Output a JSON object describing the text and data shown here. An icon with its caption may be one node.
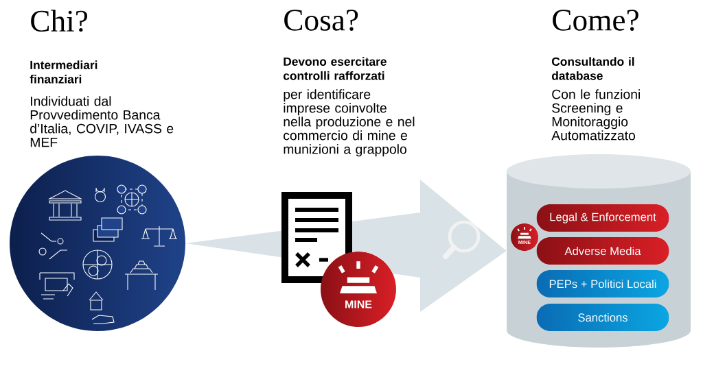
{
  "diagram": {
    "nodes": [
      {
        "text": [],
        "shape": "circle"
      },
      {
        "text": [],
        "shape": "cylinder"
      },
      {
        "text": [
          "Legal & Enforcement"
        ],
        "in": 1
      },
      {
        "text": [
          "Adverse Media"
        ],
        "in": 1
      },
      {
        "text": [
          "PEPs + Politici Locali"
        ],
        "in": 1
      },
      {
        "text": [
          "Sanctions"
        ],
        "in": 1
      },
      {
        "text": [
          "MINE"
        ]
      },
      {
        "text": [
          "MINE"
        ],
        "in": 1
      }
    ],
    "edges": [
      {
        "from": 0,
        "to": 1,
        "arrow": "to",
        "color": "#d9e2e6"
      }
    ],
    "labels": [
      "Chi?",
      "Intermediari finanziari",
      "Individuati dal Provvedimento Banca d’Italia, COVIP, IVASS e MEF",
      "Cosa?",
      "Devono esercitare controlli rafforzati",
      "per identificare imprese coinvolte nella produzione e nel commercio di mine e munizioni a grappolo",
      "Come?",
      "Consultando il database",
      "Con le funzioni Screening e Monitoraggio Automatizzato"
    ]
  }
}
